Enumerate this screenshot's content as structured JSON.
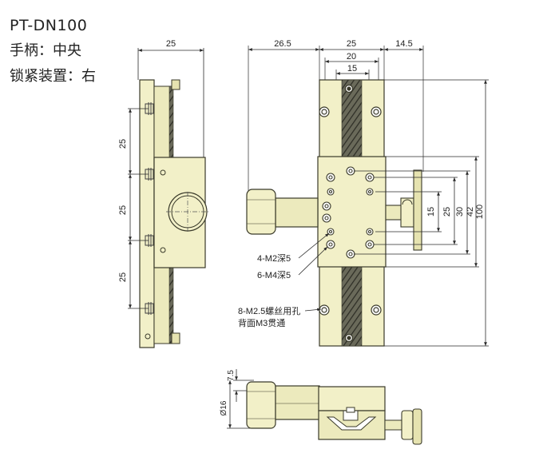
{
  "header": {
    "model": "PT-DN100",
    "handle": "手柄：中央",
    "lock": "锁紧装置：右"
  },
  "side_view": {
    "width_dim": "25",
    "pitch_dims": [
      "25",
      "25",
      "25"
    ]
  },
  "top_view": {
    "dims_top": [
      "26.5",
      "25",
      "20",
      "15",
      "14.5"
    ],
    "dims_right": [
      "15",
      "25",
      "30",
      "42",
      "100"
    ],
    "callouts": [
      "4-M2深5",
      "6-M4深5",
      "8-M2.5螺丝用孔",
      "背面M3贯通"
    ]
  },
  "front_view": {
    "dims": [
      "7.5",
      "Ø16"
    ]
  },
  "colors": {
    "body": "#f2f0c8",
    "body_dark": "#dcd9a6",
    "outline": "#3a3a2a",
    "dim_line": "#2a2a2a",
    "screw": "#404040"
  }
}
